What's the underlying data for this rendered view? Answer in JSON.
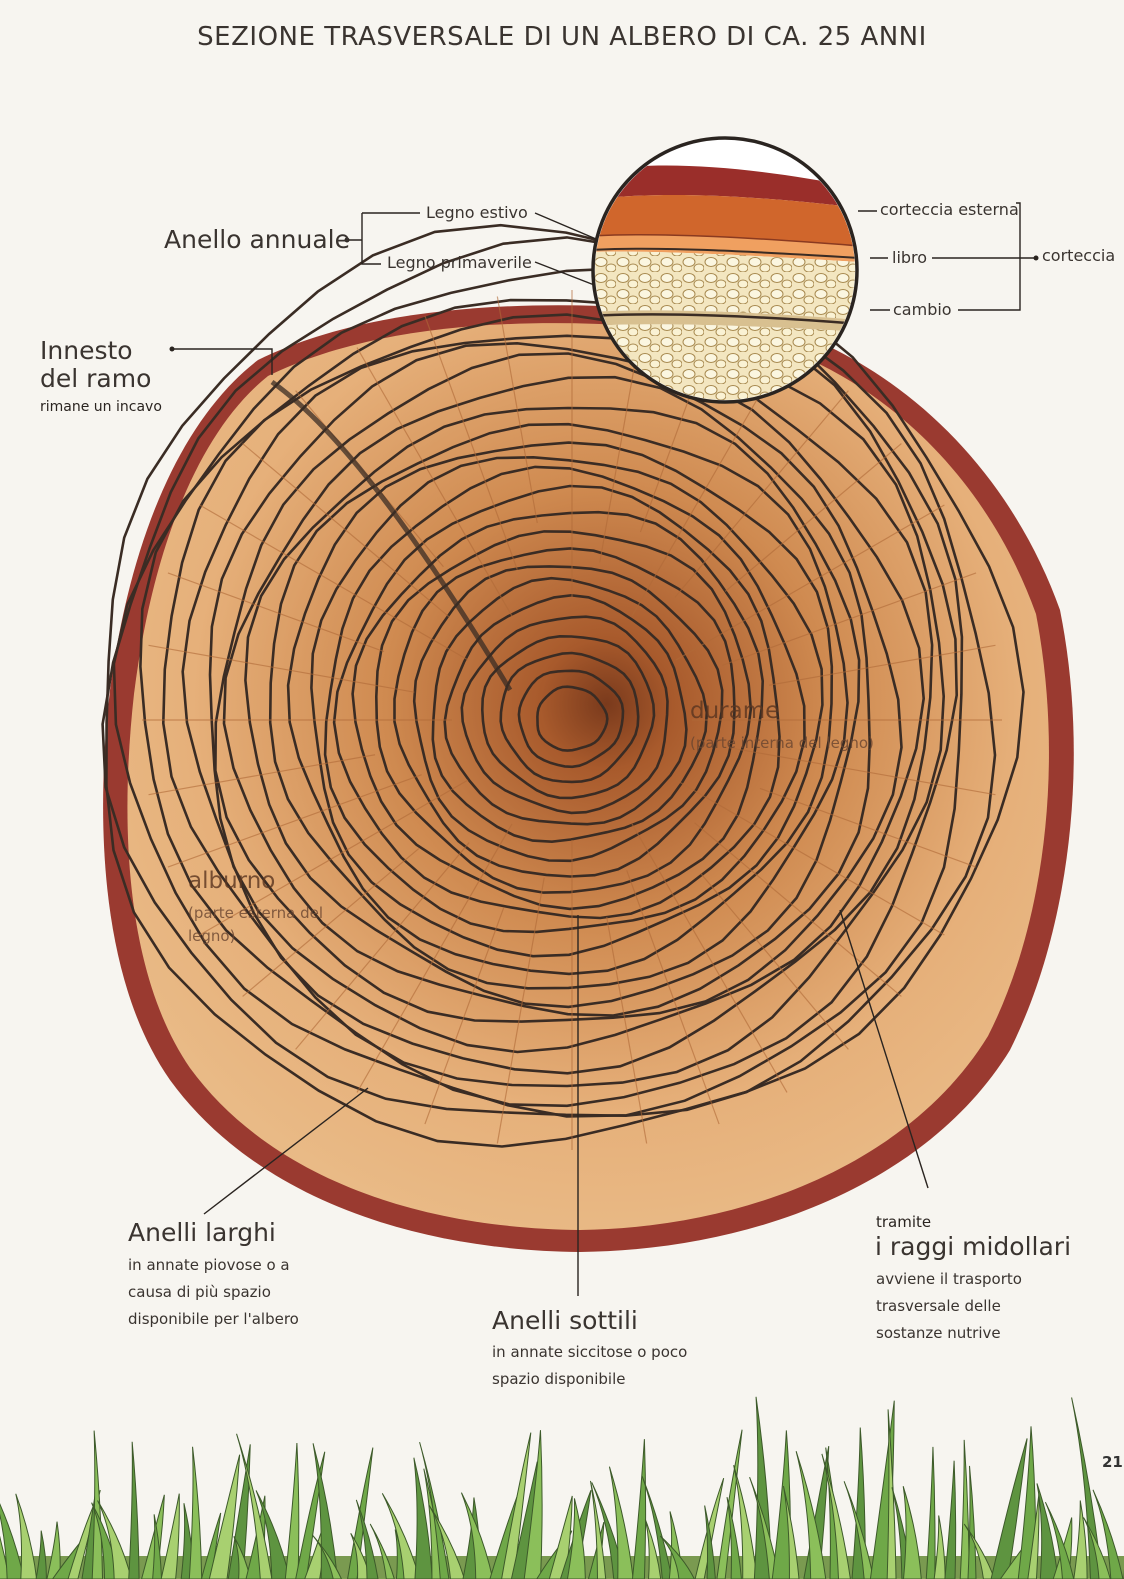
{
  "title": "SEZIONE TRASVERSALE DI UN ALBERO DI CA. 25 ANNI",
  "anello_annuale": {
    "label": "Anello annuale",
    "legno_estivo": "Legno estivo",
    "legno_primaverile": "Legno primaverile"
  },
  "innesto": {
    "line1": "Innesto",
    "line2": "del ramo",
    "sub": "rimane un incavo"
  },
  "bark": {
    "corteccia_esterna": "corteccia esterna",
    "libro": "libro",
    "cambio": "cambio",
    "corteccia": "corteccia"
  },
  "durame": {
    "label": "durame",
    "sub": "(parte interna del legno)"
  },
  "alburno": {
    "label": "alburno",
    "sub1": "(parte esterna del",
    "sub2": "legno)"
  },
  "anelli_larghi": {
    "title": "Anelli larghi",
    "lines": [
      "in annate piovose o a",
      "causa di più spazio",
      "disponibile per l'albero"
    ]
  },
  "anelli_sottili": {
    "title": "Anelli sottili",
    "lines": [
      "in annate siccitose o poco",
      "spazio disponibile"
    ]
  },
  "raggi": {
    "pre": "tramite",
    "title": "i raggi midollari",
    "lines": [
      "avviene il trasporto",
      "trasversale delle",
      "sostanze nutrive"
    ]
  },
  "page_number": "21",
  "colors": {
    "bark": "#9a3a30",
    "sapwood": "#e8b47c",
    "heartwood": "#c2743e",
    "ring_line": "#3a2c24",
    "grass": "#8bbf5a"
  }
}
